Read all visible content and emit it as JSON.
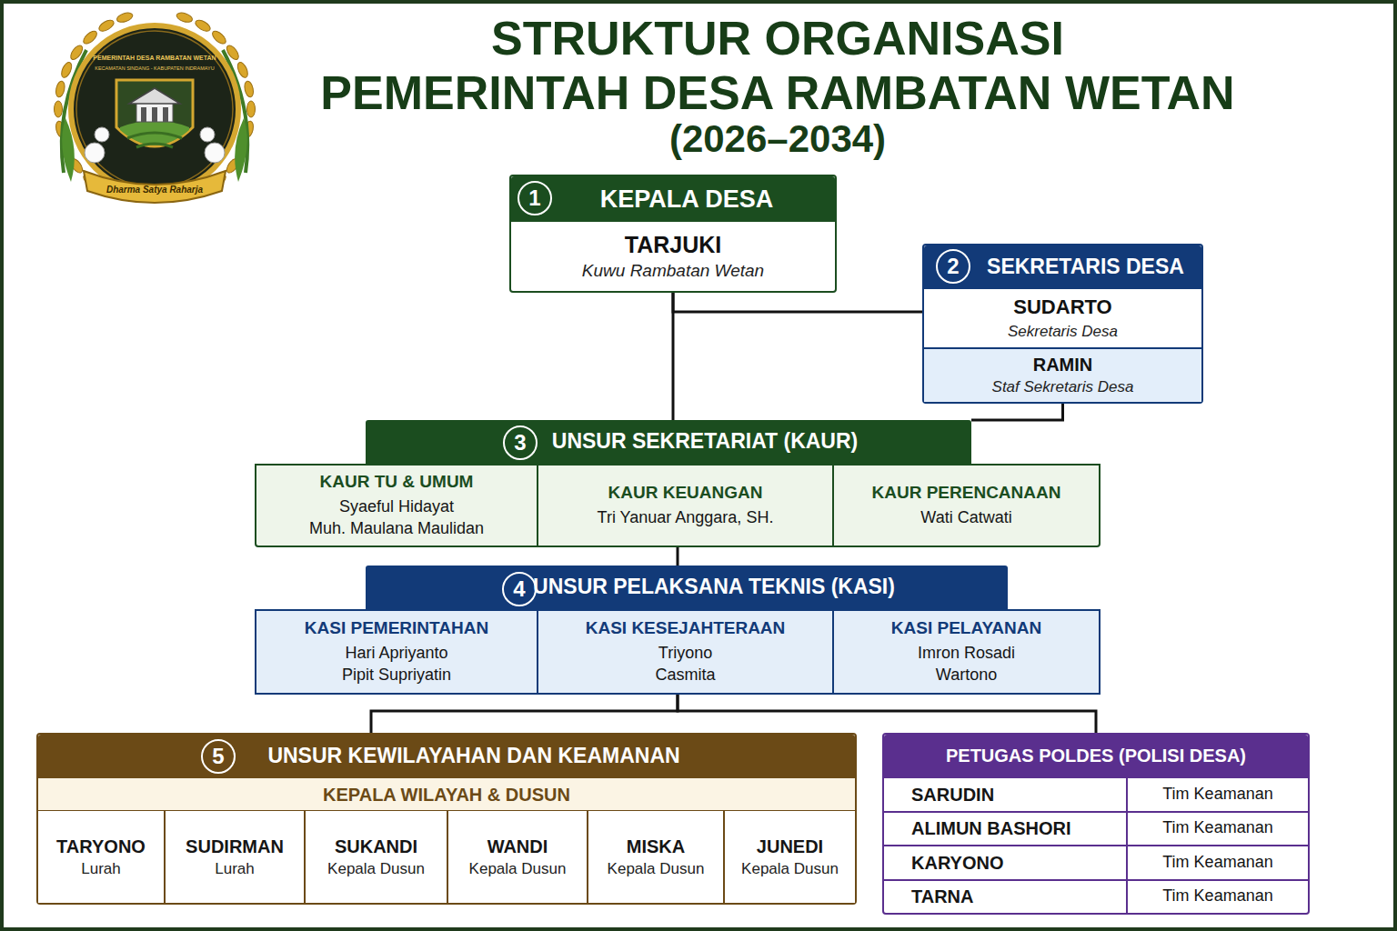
{
  "diagram": {
    "title": "STRUKTUR ORGANISASI PEMERINTAH DESA RAMBATAN WETAN",
    "nodes": [
      {
        "text": [
          "KEPALA DESA",
          "TARJUKI",
          "Kuwu Rambatan Wetan"
        ]
      },
      {
        "text": [
          "SEKRETARIS DESA"
        ]
      },
      {
        "text": [
          "SUDARTO",
          "Sekretaris Desa"
        ],
        "in": 1
      },
      {
        "text": [
          "RAMIN",
          "Staf Sekretaris Desa"
        ],
        "in": 1
      },
      {
        "text": [
          "UNSUR SEKRETARIAT (KAUR)"
        ]
      },
      {
        "text": [
          "KAUR TU & UMUM",
          "Syaeful Hidayat",
          "Muh. Maulana Maulidan"
        ],
        "in": 4
      },
      {
        "text": [
          "KAUR KEUANGAN",
          "Tri Yanuar Anggara, SH."
        ],
        "in": 4
      },
      {
        "text": [
          "KAUR PERENCANAAN",
          "Wati Catwati"
        ],
        "in": 4
      },
      {
        "text": [
          "UNSUR PELAKSANA TEKNIS (KASI)"
        ]
      },
      {
        "text": [
          "KASI PEMERINTAHAN",
          "Hari Apriyanto",
          "Pipit Supriyatin"
        ],
        "in": 8
      },
      {
        "text": [
          "KASI KESEJAHTERAAN",
          "Triyono",
          "Casmita"
        ],
        "in": 8
      },
      {
        "text": [
          "KASI PELAYANAN",
          "Imron Rosadi",
          "Wartono"
        ],
        "in": 8
      },
      {
        "text": [
          "UNSUR KEWILAYAHAN DAN KEAMANAN",
          "KEPALA WILAYAH & DUSUN"
        ]
      },
      {
        "text": [
          "TARYONO",
          "Lurah"
        ],
        "in": 12
      },
      {
        "text": [
          "SUDIRMAN",
          "Lurah"
        ],
        "in": 12
      },
      {
        "text": [
          "SUKANDI",
          "Kepala Dusun"
        ],
        "in": 12
      },
      {
        "text": [
          "WANDI",
          "Kepala Dusun"
        ],
        "in": 12
      },
      {
        "text": [
          "MISKA",
          "Kepala Dusun"
        ],
        "in": 12
      },
      {
        "text": [
          "JUNEDI",
          "Kepala Dusun"
        ],
        "in": 12
      },
      {
        "text": [
          "PETUGAS POLDES (POLISI DESA)"
        ]
      },
      {
        "text": [
          "SARUDIN",
          "Tim Keamanan"
        ],
        "in": 19
      },
      {
        "text": [
          "ALIMUN BASHORI",
          "Tim Keamanan"
        ],
        "in": 19
      },
      {
        "text": [
          "KARYONO",
          "Tim Keamanan"
        ],
        "in": 19
      },
      {
        "text": [
          "TARNA",
          "Tim Keamanan"
        ],
        "in": 19
      }
    ],
    "edges": [
      {
        "from": 0,
        "to": 1,
        "arrow": "none"
      },
      {
        "from": 0,
        "to": 4,
        "arrow": "none"
      },
      {
        "from": 1,
        "to": 4,
        "arrow": "none"
      },
      {
        "from": 4,
        "to": 8,
        "arrow": "none"
      },
      {
        "from": 8,
        "to": 12,
        "arrow": "none"
      },
      {
        "from": 8,
        "to": 19,
        "arrow": "none"
      }
    ],
    "labels": [
      "(2026–2034)",
      "1",
      "2",
      "3",
      "4",
      "5",
      "PEMERINTAH DESA RAMBATAN WETAN",
      "KECAMATAN SINDANG - KABUPATEN INDRAMAYU",
      "Dharma Satya Raharja"
    ]
  }
}
